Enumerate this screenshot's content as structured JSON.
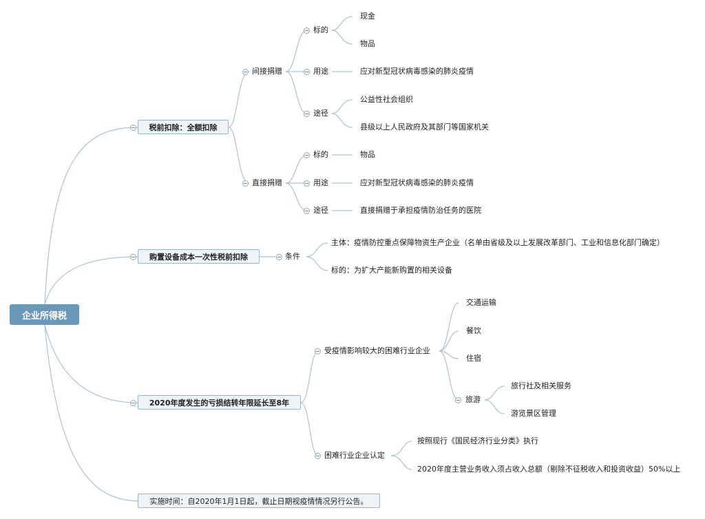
{
  "root": "企业所得税",
  "b1": {
    "label": "税前扣除：全额扣除",
    "indirect": {
      "label": "间接捐赠",
      "target": {
        "label": "标的",
        "items": [
          "现金",
          "物品"
        ]
      },
      "use": {
        "label": "用途",
        "value": "应对新型冠状病毒感染的肺炎疫情"
      },
      "channel": {
        "label": "途径",
        "items": [
          "公益性社会组织",
          "县级以上人民政府及其部门等国家机关"
        ]
      }
    },
    "direct": {
      "label": "直接捐赠",
      "target": {
        "label": "标的",
        "value": "物品"
      },
      "use": {
        "label": "用途",
        "value": "应对新型冠状病毒感染的肺炎疫情"
      },
      "channel": {
        "label": "途径",
        "value": "直接捐赠于承担疫情防治任务的医院"
      }
    }
  },
  "b2": {
    "label": "购置设备成本一次性税前扣除",
    "condition": {
      "label": "条件",
      "items": [
        "主体：疫情防控重点保障物资生产企业（名单由省级及以上发展改革部门、工业和信息化部门确定）",
        "标的：为扩大产能新购置的相关设备"
      ]
    }
  },
  "b3": {
    "label": "2020年度发生的亏损结转年限延长至8年",
    "affected": {
      "label": "受疫情影响较大的困难行业企业",
      "items": [
        "交通运输",
        "餐饮",
        "住宿"
      ],
      "tourism": {
        "label": "旅游",
        "items": [
          "旅行社及相关服务",
          "游览景区管理"
        ]
      }
    },
    "recognition": {
      "label": "困难行业企业认定",
      "items": [
        "按照现行《国民经济行业分类》执行",
        "2020年度主营业务收入须占收入总额（剔除不征税收入和投资收益）50%以上"
      ]
    }
  },
  "b4": {
    "label": "实施时间：自2020年1月1日起，截止日期视疫情情况另行公告。"
  },
  "colors": {
    "line": "#a9c2d6",
    "root": "#6b98b8",
    "box_fill": "#eef3f8",
    "box_border": "#9db6cc"
  }
}
